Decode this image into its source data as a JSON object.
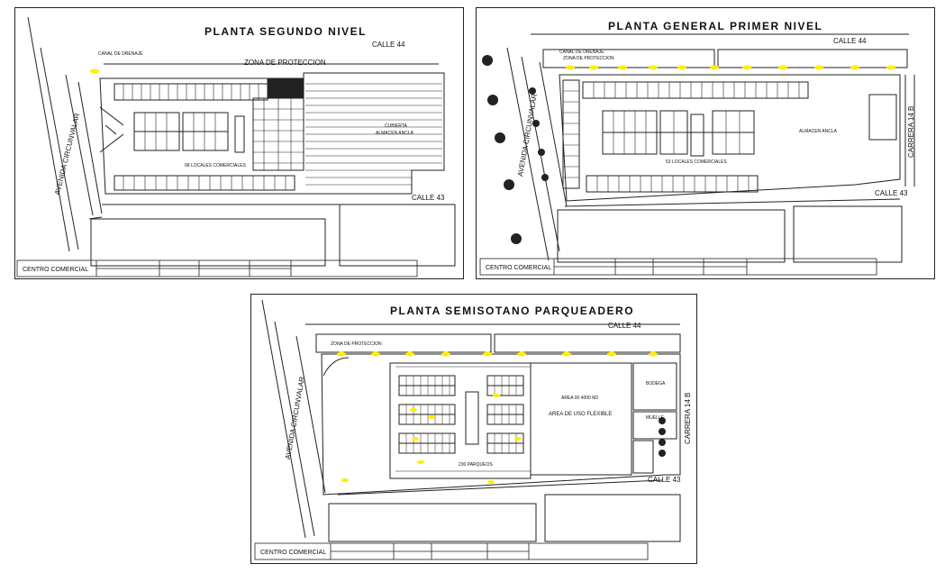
{
  "sheets": {
    "segundo": {
      "title": "PLANTA SEGUNDO NIVEL",
      "calle_44": "CALLE 44",
      "calle_43": "CALLE 43",
      "zona": "ZONA DE PROTECCION",
      "canal": "CANAL DE DRENAJE",
      "avenida": "AVENIDA CIRCUNVALAR",
      "locales": "68 LOCALES COMERCIALES",
      "almacen": "ALMACEN ANCLA",
      "cubierta": "CUBIERTA",
      "project": "CENTRO COMERCIAL"
    },
    "primer": {
      "title": "PLANTA GENERAL PRIMER NIVEL",
      "calle_44": "CALLE 44",
      "calle_43": "CALLE 43",
      "carrera": "CARRERA 14 B",
      "zona": "ZONA DE PROTECCION",
      "canal": "CANAL DE DRENAJE",
      "avenida": "AVENIDA CIRCUNVALAR",
      "locales": "53 LOCALES COMERCIALES",
      "almacen": "ALMACEN ANCLA",
      "project": "CENTRO COMERCIAL"
    },
    "semisotano": {
      "title": "PLANTA SEMISOTANO PARQUEADERO",
      "calle_44": "CALLE 44",
      "calle_43": "CALLE 43",
      "carrera": "CARRERA 14 B",
      "zona": "ZONA DE PROTECCION",
      "avenida": "AVENIDA CIRCUNVALAR",
      "parqueos": "230 PARQUEOS",
      "area_flexible": "AREA DE USO FLEXIBLE",
      "area_m2": "AREA 00 4000 M2",
      "bodega": "BODEGA",
      "muelle": "MUELLE",
      "project": "CENTRO COMERCIAL"
    }
  },
  "colors": {
    "line": "#222222",
    "highlight": "#ffee00",
    "paper": "#ffffff"
  }
}
